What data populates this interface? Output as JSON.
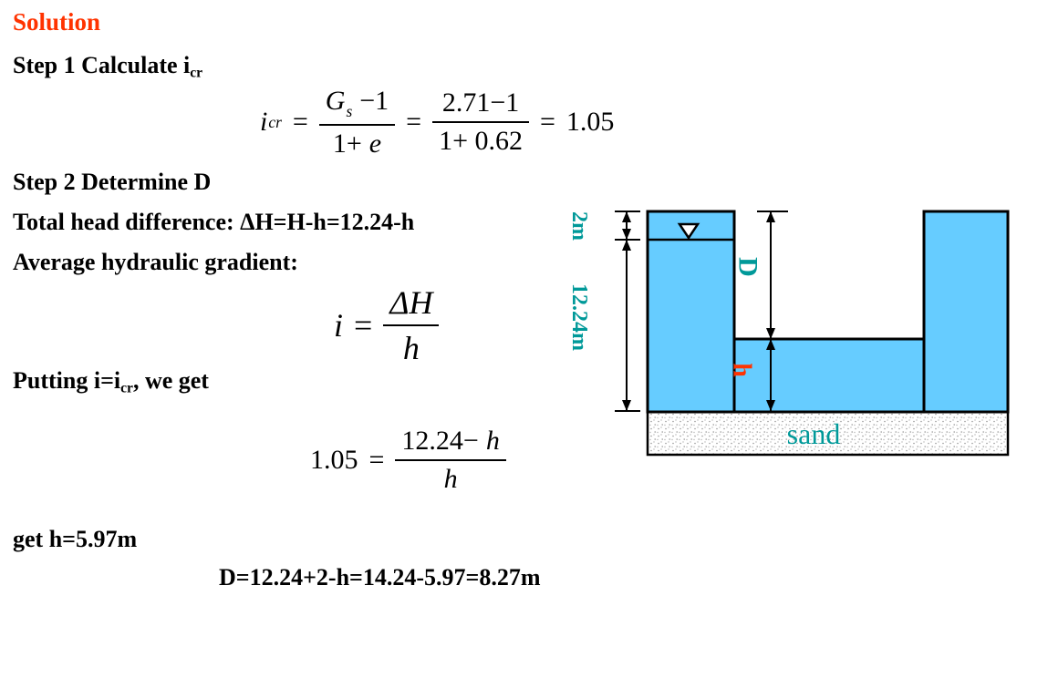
{
  "colors": {
    "title_red": "#FF3300",
    "teal_label": "#009999",
    "h_label_red": "#FF3300",
    "water_blue": "#66CCFF"
  },
  "title": "Solution",
  "step1": {
    "heading": "Step 1 Calculate i",
    "heading_sub": "cr",
    "formula": {
      "lhs": "i",
      "lhs_sub": "cr",
      "eq1": "=",
      "num1_var": "G",
      "num1_sub": "s",
      "num1_rest": "−1",
      "den1_pre": "1+",
      "den1_var": "e",
      "eq2": "=",
      "num2": "2.71−1",
      "den2": "1+ 0.62",
      "eq3": "=",
      "result": "1.05"
    }
  },
  "step2": {
    "heading": "Step 2 Determine D",
    "total_head_line": "Total head difference: ΔH=H-h=12.24-h",
    "avg_gradient_line": "Average hydraulic gradient:",
    "gradient_formula": {
      "lhs": "i",
      "eq": "=",
      "num": "ΔH",
      "den": "h"
    },
    "putting_pre": "Putting i=i",
    "putting_sub": "cr",
    "putting_post": ", we get",
    "solve_formula": {
      "lhs": "1.05",
      "eq": "=",
      "num_pre": "12.24−",
      "num_var": "h",
      "den": "h"
    },
    "result_h_line": "get h=5.97m",
    "result_d_line": "D=12.24+2-h=14.24-5.97=8.27m"
  },
  "diagram": {
    "dim_2m": "2m",
    "dim_12_24m": "12.24m",
    "label_d": "D",
    "label_h": "h",
    "label_sand": "sand"
  }
}
